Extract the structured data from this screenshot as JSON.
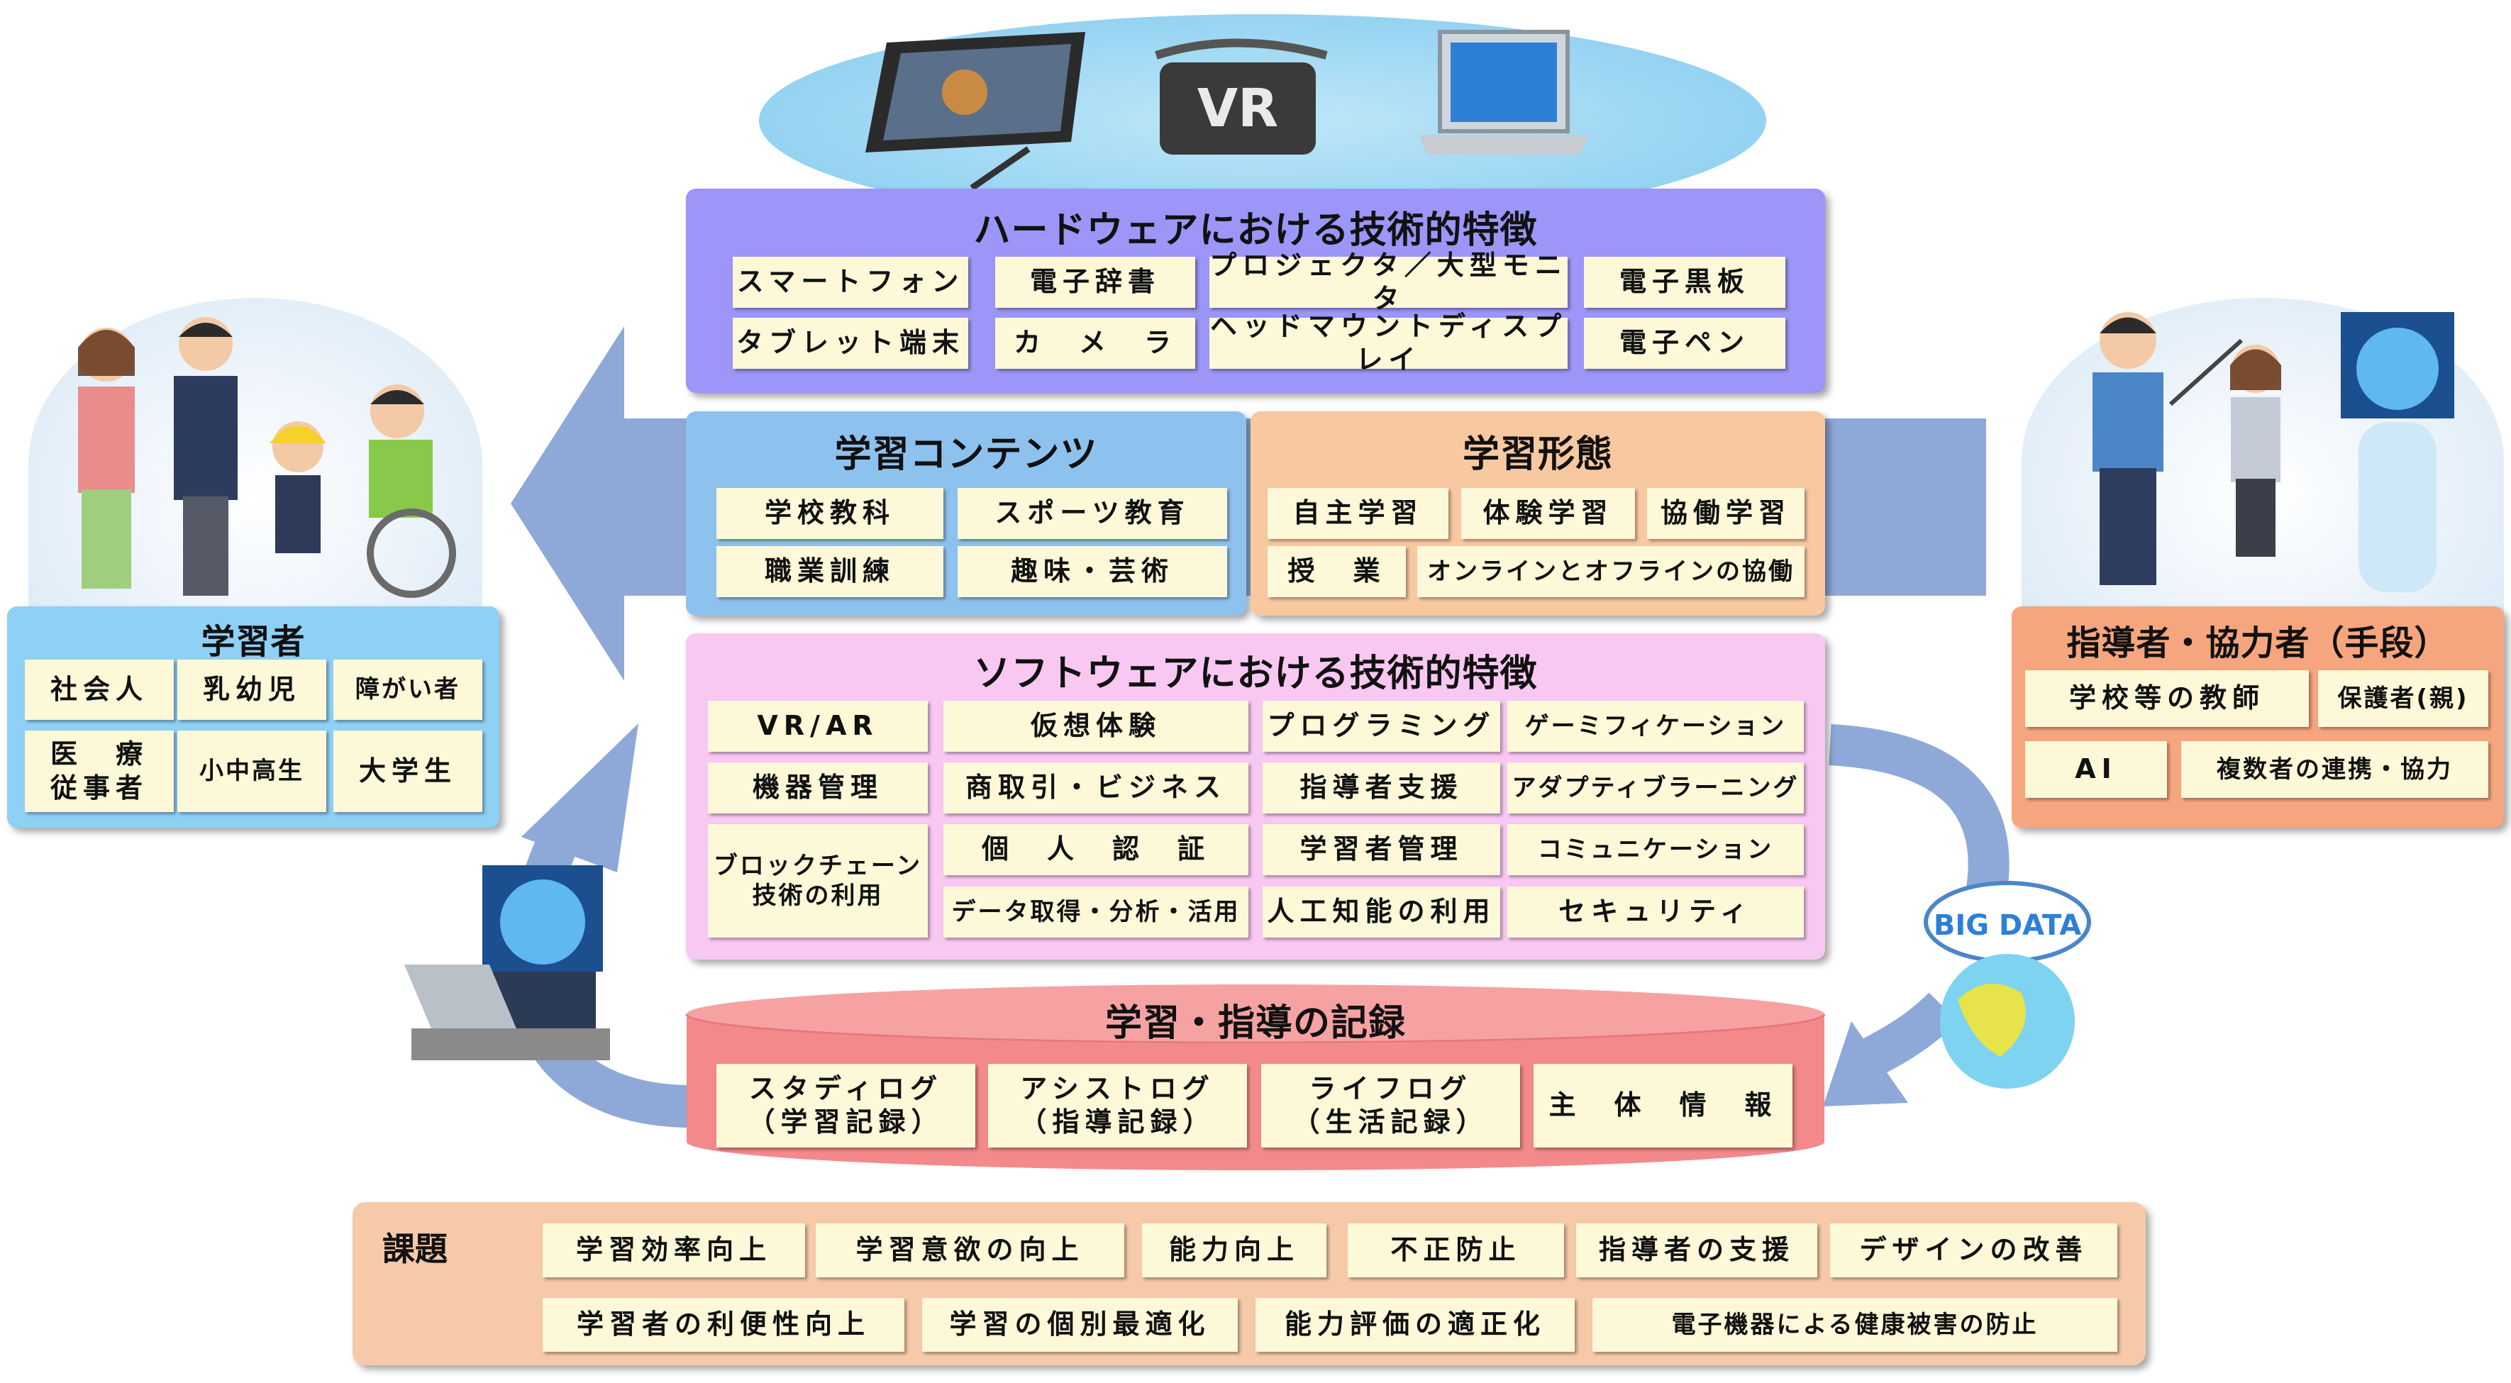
{
  "hardware": {
    "title": "ハードウェアにおける技術的特徴",
    "items": [
      "スマートフォン",
      "電子辞書",
      "プロジェクタ／大型モニタ",
      "電子黒板",
      "タブレット端末",
      "カ　メ　ラ",
      "ヘッドマウントディスプレイ",
      "電子ペン"
    ]
  },
  "contents": {
    "title": "学習コンテンツ",
    "items": [
      "学校教科",
      "スポーツ教育",
      "職業訓練",
      "趣味・芸術"
    ]
  },
  "forms": {
    "title": "学習形態",
    "items": [
      "自主学習",
      "体験学習",
      "協働学習",
      "授　業",
      "オンラインとオフラインの協働"
    ]
  },
  "software": {
    "title": "ソフトウェアにおける技術的特徴",
    "items": [
      "VR/AR",
      "仮想体験",
      "プログラミング",
      "ゲーミフィケーション",
      "機器管理",
      "商取引・ビジネス",
      "指導者支援",
      "アダプティブラーニング",
      "ブロックチェーン\n技術の利用",
      "個　人　認　証",
      "学習者管理",
      "コミュニケーション",
      "データ取得・分析・活用",
      "人工知能の利用",
      "セキュリティ"
    ]
  },
  "records": {
    "title": "学習・指導の記録",
    "items": [
      "スタディログ\n（学習記録）",
      "アシストログ\n（指導記録）",
      "ライフログ\n（生活記録）",
      "主　体　情　報"
    ]
  },
  "learners": {
    "title": "学習者",
    "items": [
      "社会人",
      "乳幼児",
      "障がい者",
      "医　療\n従事者",
      "小中高生",
      "大学生"
    ]
  },
  "instructors": {
    "title": "指導者・協力者（手段）",
    "items": [
      "学校等の教師",
      "保護者(親)",
      "AI",
      "複数者の連携・協力"
    ]
  },
  "issues": {
    "title": "課題",
    "items": [
      "学習効率向上",
      "学習意欲の向上",
      "能力向上",
      "不正防止",
      "指導者の支援",
      "デザインの改善",
      "学習者の利便性向上",
      "学習の個別最適化",
      "能力評価の適正化",
      "電子機器による健康被害の防止"
    ]
  },
  "device_labels": {
    "vr": "VR",
    "bigdata": "BIG DATA"
  },
  "colors": {
    "hardware": "#9b96f7",
    "contents": "#8ec2ee",
    "forms": "#f8c8a0",
    "software": "#f9c8f2",
    "records": "#f4898b",
    "learners": "#8fd0f5",
    "instructors": "#f6a67e",
    "issues": "#f6c9a8",
    "cell": "#fdf8d8",
    "arrow": "#8ea9d8"
  }
}
